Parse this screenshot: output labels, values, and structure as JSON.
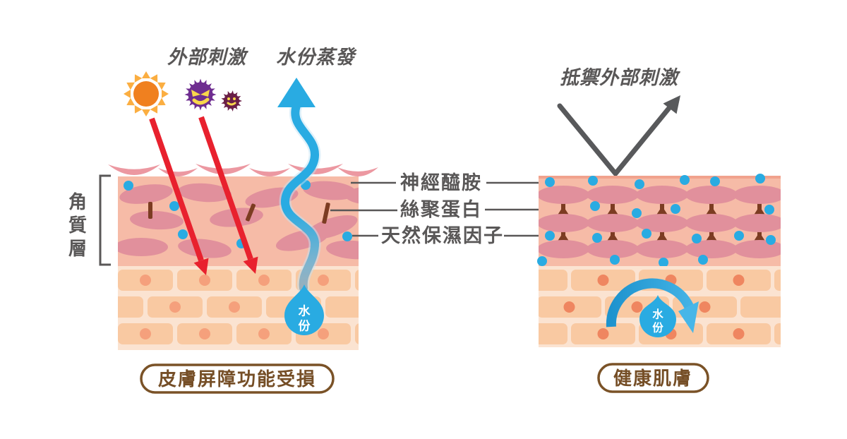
{
  "left_diagram": {
    "stimuli_label": "外部刺激",
    "evaporation_label": "水份蒸發",
    "layer_chars": [
      "角",
      "質",
      "層"
    ],
    "droplet_chars": [
      "水",
      "份"
    ],
    "caption": "皮膚屏障功能受損"
  },
  "annotations": {
    "ceramide": "神經醯胺",
    "filaggrin": "絲聚蛋白",
    "nmf": "天然保濕因子"
  },
  "right_diagram": {
    "defense_label": "抵禦外部刺激",
    "droplet_chars": [
      "水",
      "份"
    ],
    "caption": "健康肌膚"
  },
  "colors": {
    "text_gray": "#595757",
    "accent_blue": "#29ABE2",
    "alert_red": "#E8212E",
    "caption_brown": "#7A5227",
    "skin_pink": "#F6BBA7",
    "cell_pink": "#E1909C",
    "crescent_pink": "#EC98A1",
    "connector_brown": "#7C3C22",
    "mortar": "#FBE3D1",
    "brick_orange": "#F9C9A2",
    "sun_orange": "#F0801F",
    "ray_orange": "#FBAE41",
    "virus_purple": "#6E2D90",
    "virus_dark": "#6A1F47",
    "virus_face_yellow": "#F8D74B"
  }
}
